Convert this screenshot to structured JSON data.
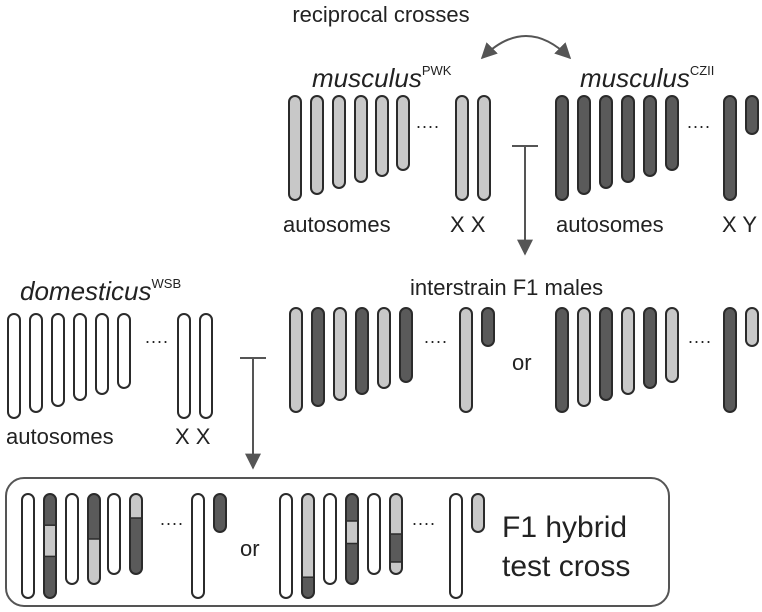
{
  "title": "reciprocal crosses",
  "parents": {
    "left": {
      "name": "musculus",
      "strain": "PWK"
    },
    "right": {
      "name": "musculus",
      "strain": "CZII"
    }
  },
  "labels": {
    "autosomes": "autosomes",
    "xx": "X X",
    "xy": "X Y",
    "ellipsis": "....",
    "or": "or",
    "f1_males": "interstrain F1 males"
  },
  "domesticus": {
    "name": "domesticus",
    "strain": "WSB"
  },
  "test_cross": {
    "line1": "F1 hybrid",
    "line2": "test cross"
  },
  "colors": {
    "white": "#ffffff",
    "light": "#c8c8c8",
    "dark": "#5a5a5a",
    "stroke": "#2b2b2b"
  }
}
